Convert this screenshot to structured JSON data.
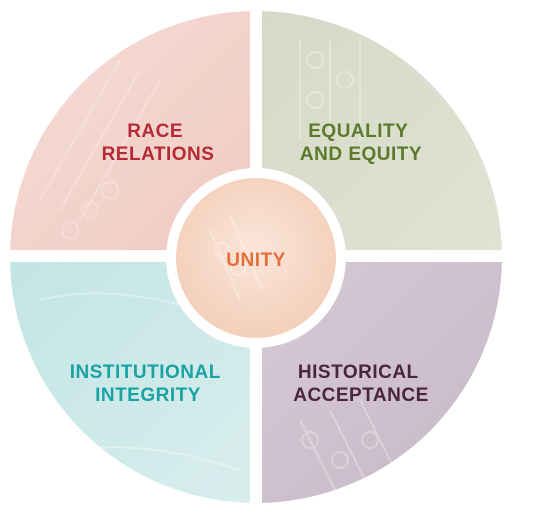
{
  "quadrants": [
    {
      "id": "race-relations",
      "lines": [
        "RACE",
        "RELATIONS"
      ],
      "text_color": "#b52a37",
      "fill": "#f1c9c0"
    },
    {
      "id": "equality-and-equity",
      "lines": [
        "EQUALITY",
        "AND EQUITY"
      ],
      "text_color": "#5b7a2b",
      "fill": "#d6dac9"
    },
    {
      "id": "institutional-integrity",
      "lines": [
        "INSTITUTIONAL",
        "INTEGRITY"
      ],
      "text_color": "#1aa3a5",
      "fill": "#c6e6e6"
    },
    {
      "id": "historical-acceptance",
      "lines": [
        "HISTORICAL",
        "ACCEPTANCE"
      ],
      "text_color": "#4a2540",
      "fill": "#d9cfd9"
    }
  ],
  "center": {
    "label": "UNITY",
    "text_color": "#e2703a",
    "fill": "#f7dccb"
  }
}
